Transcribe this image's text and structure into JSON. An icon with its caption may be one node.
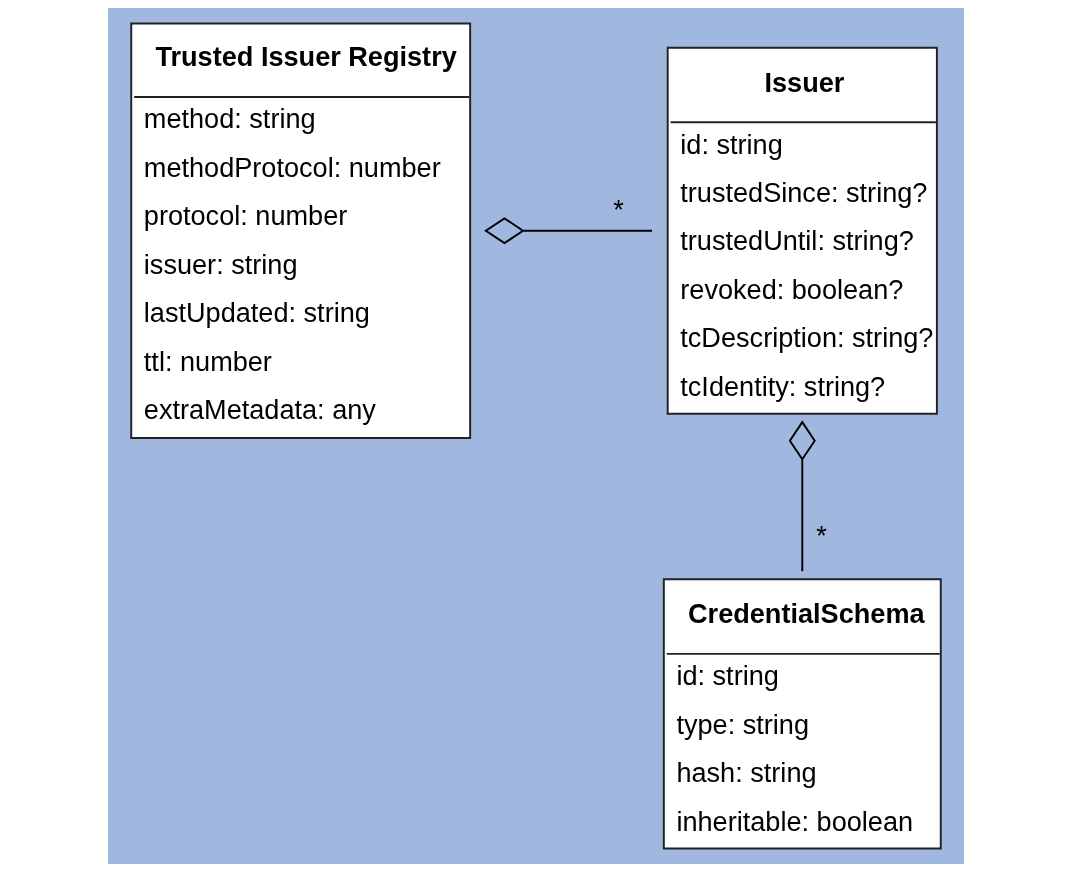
{
  "diagram": {
    "nodes": [
      {
        "text": [
          "Trusted Issuer Registry",
          "method: string",
          "methodProtocol: number",
          "protocol: number",
          "issuer: string",
          "lastUpdated: string",
          "ttl: number",
          "extraMetadata: any"
        ]
      },
      {
        "text": [
          "Issuer",
          "id: string",
          "trustedSince: string?",
          "trustedUntil: string?",
          "revoked: boolean?",
          "tcDescription: string?",
          "tcIdentity: string?"
        ]
      },
      {
        "text": [
          "CredentialSchema",
          "id: string",
          "type: string",
          "hash: string",
          "inheritable: boolean"
        ]
      }
    ],
    "edges": [
      {
        "from": 1,
        "to": 0,
        "arrow": "other",
        "label": "*"
      },
      {
        "from": 2,
        "to": 1,
        "arrow": "other",
        "label": "*"
      }
    ]
  }
}
